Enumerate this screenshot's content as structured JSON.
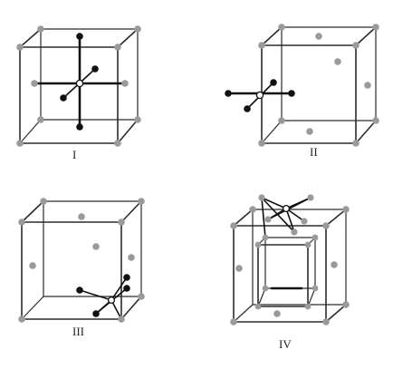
{
  "figure": {
    "panels": [
      {
        "id": "I",
        "label": "I"
      },
      {
        "id": "II",
        "label": "II"
      },
      {
        "id": "III",
        "label": "III"
      },
      {
        "id": "IV",
        "label": "IV"
      }
    ]
  },
  "colors": {
    "cube_edge": "#2b2b2b",
    "grey_atom": "#9a9a9a",
    "dark_atom": "#111111",
    "center_atom_fill": "#ffffff",
    "background": "#ffffff"
  }
}
